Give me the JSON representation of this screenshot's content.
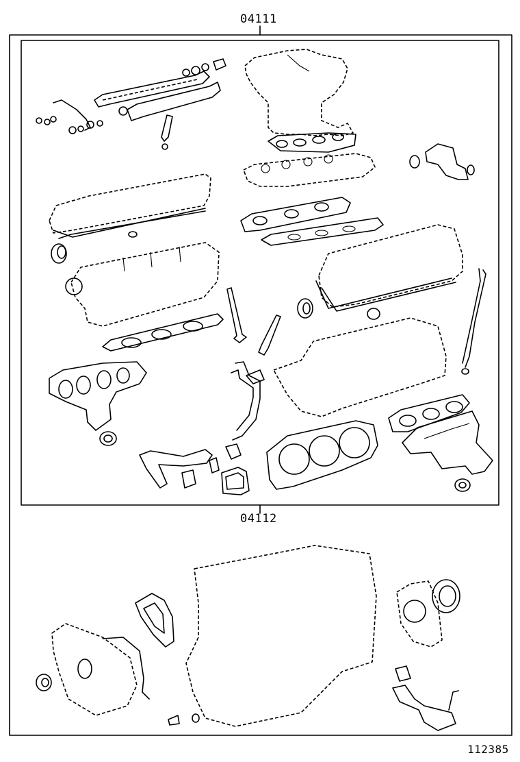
{
  "diagram": {
    "callouts": {
      "overhaul_kit": "04111",
      "short_block_kit": "04112"
    },
    "figure_number": "112385"
  }
}
